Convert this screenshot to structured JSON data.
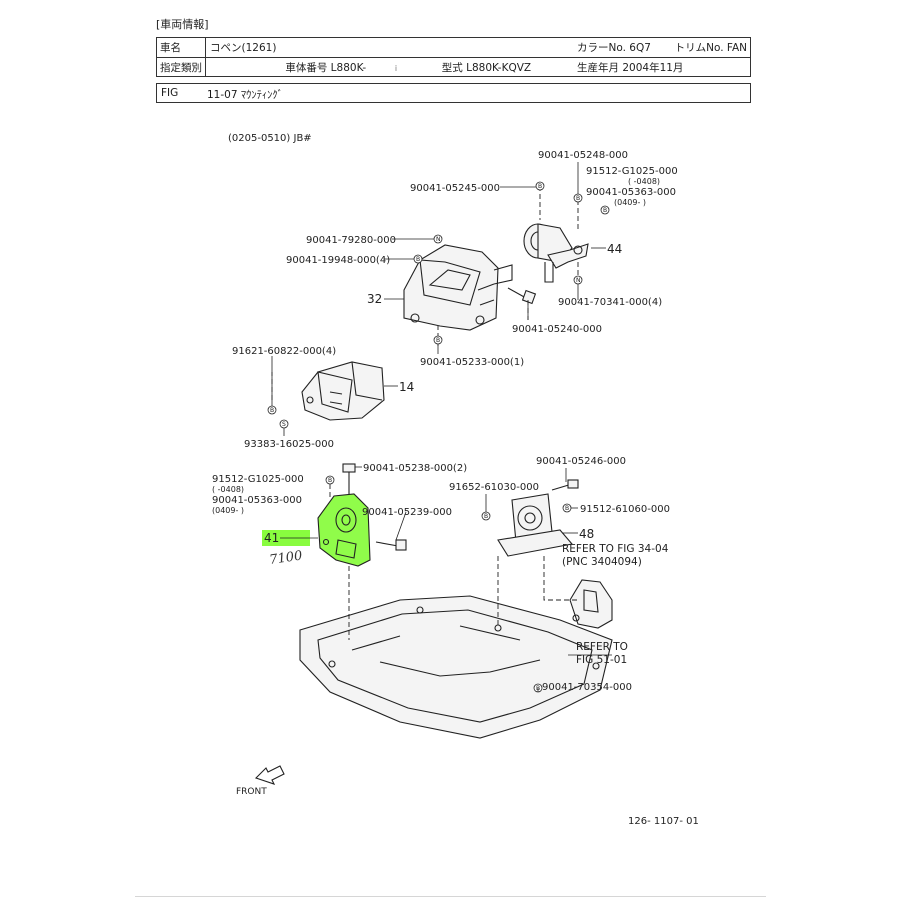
{
  "header": {
    "section_label": "[車両情報]",
    "row1": {
      "name_key": "車名",
      "name_value": "コペン(1261)",
      "color_label": "カラーNo. 6Q7",
      "trim_label": "トリムNo. FAN"
    },
    "row2": {
      "designation_key": "指定類別",
      "chassis_label": "車体番号  L880K-",
      "chassis_mark": "i",
      "model_label": "型式 L880K-KQVZ",
      "production_label": "生産年月  2004年11月"
    },
    "fig": {
      "key": "FIG",
      "value": "11-07 ﾏｳﾝﾃｨﾝｸﾞ"
    }
  },
  "diagram": {
    "range_note": "(0205-0510) JB#",
    "labels": {
      "p1": "90041-05248-000",
      "p2": "91512-G1025-000",
      "p2b": "(      -0408)",
      "p3": "90041-05363-000",
      "p3b": "(0409-      )",
      "p4": "90041-05245-000",
      "p5": "90041-79280-000",
      "p6": "90041-19948-000(4)",
      "p7": "90041-70341-000(4)",
      "p8": "90041-05240-000",
      "p9": "90041-05233-000(1)",
      "p10": "91621-60822-000(4)",
      "p11": "93383-16025-000",
      "p12": "91512-G1025-000",
      "p12b": "(      -0408)",
      "p13": "90041-05363-000",
      "p13b": "(0409-      )",
      "p14": "90041-05238-000(2)",
      "p15": "90041-05239-000",
      "p16": "90041-05246-000",
      "p17": "91652-61030-000",
      "p18": "91512-61060-000",
      "p19": "90041-70354-000"
    },
    "callouts": {
      "c44": "44",
      "c32": "32",
      "c14": "14",
      "c41": "41",
      "c48": "48"
    },
    "refer1": [
      "REFER TO FIG 34-04",
      "(PNC 3404094)"
    ],
    "refer2": [
      "REFER TO",
      "FIG  51-01"
    ],
    "handwritten": "7100",
    "front_label": "FRONT",
    "page_code": "126- 1107- 01"
  },
  "symbols": {
    "b": "B",
    "n": "N",
    "s": "S"
  },
  "colors": {
    "highlight": "#7CFC2A",
    "line": "#222222"
  }
}
